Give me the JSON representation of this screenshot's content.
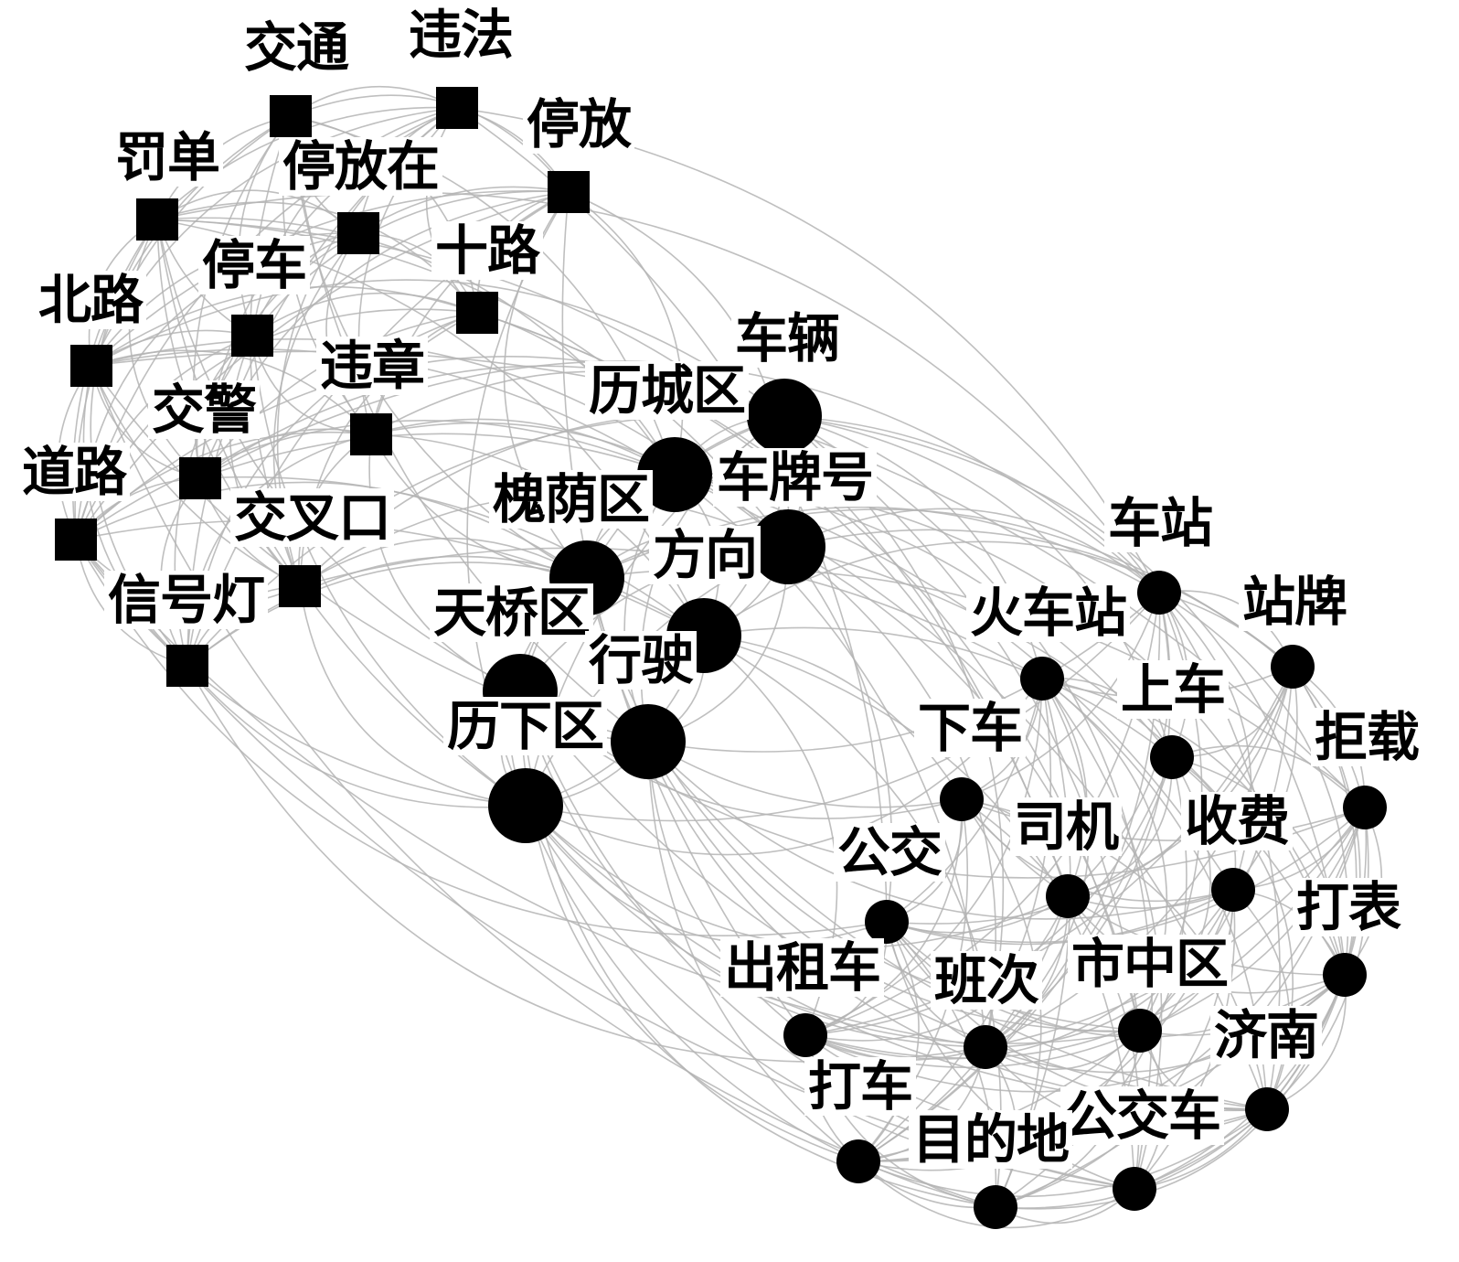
{
  "graph": {
    "colors": {
      "edge": "#b4b4b4",
      "node": "#000000",
      "label_bg": "#ffffff",
      "label_text": "#000000"
    },
    "groups": [
      {
        "id": "traffic",
        "shape": "square",
        "nodes": [
          "交通",
          "违法",
          "罚单",
          "停放在",
          "停放",
          "停车",
          "十路",
          "北路",
          "违章",
          "交警",
          "道路",
          "交叉口",
          "信号灯"
        ]
      },
      {
        "id": "district",
        "shape": "large-circle",
        "nodes": [
          "车辆",
          "历城区",
          "车牌号",
          "槐荫区",
          "方向",
          "天桥区",
          "行驶",
          "历下区"
        ]
      },
      {
        "id": "transit",
        "shape": "small-circle",
        "nodes": [
          "车站",
          "站牌",
          "火车站",
          "上车",
          "下车",
          "拒载",
          "司机",
          "收费",
          "公交",
          "打表",
          "出租车",
          "班次",
          "市中区",
          "济南",
          "打车",
          "公交车",
          "目的地"
        ]
      }
    ]
  }
}
